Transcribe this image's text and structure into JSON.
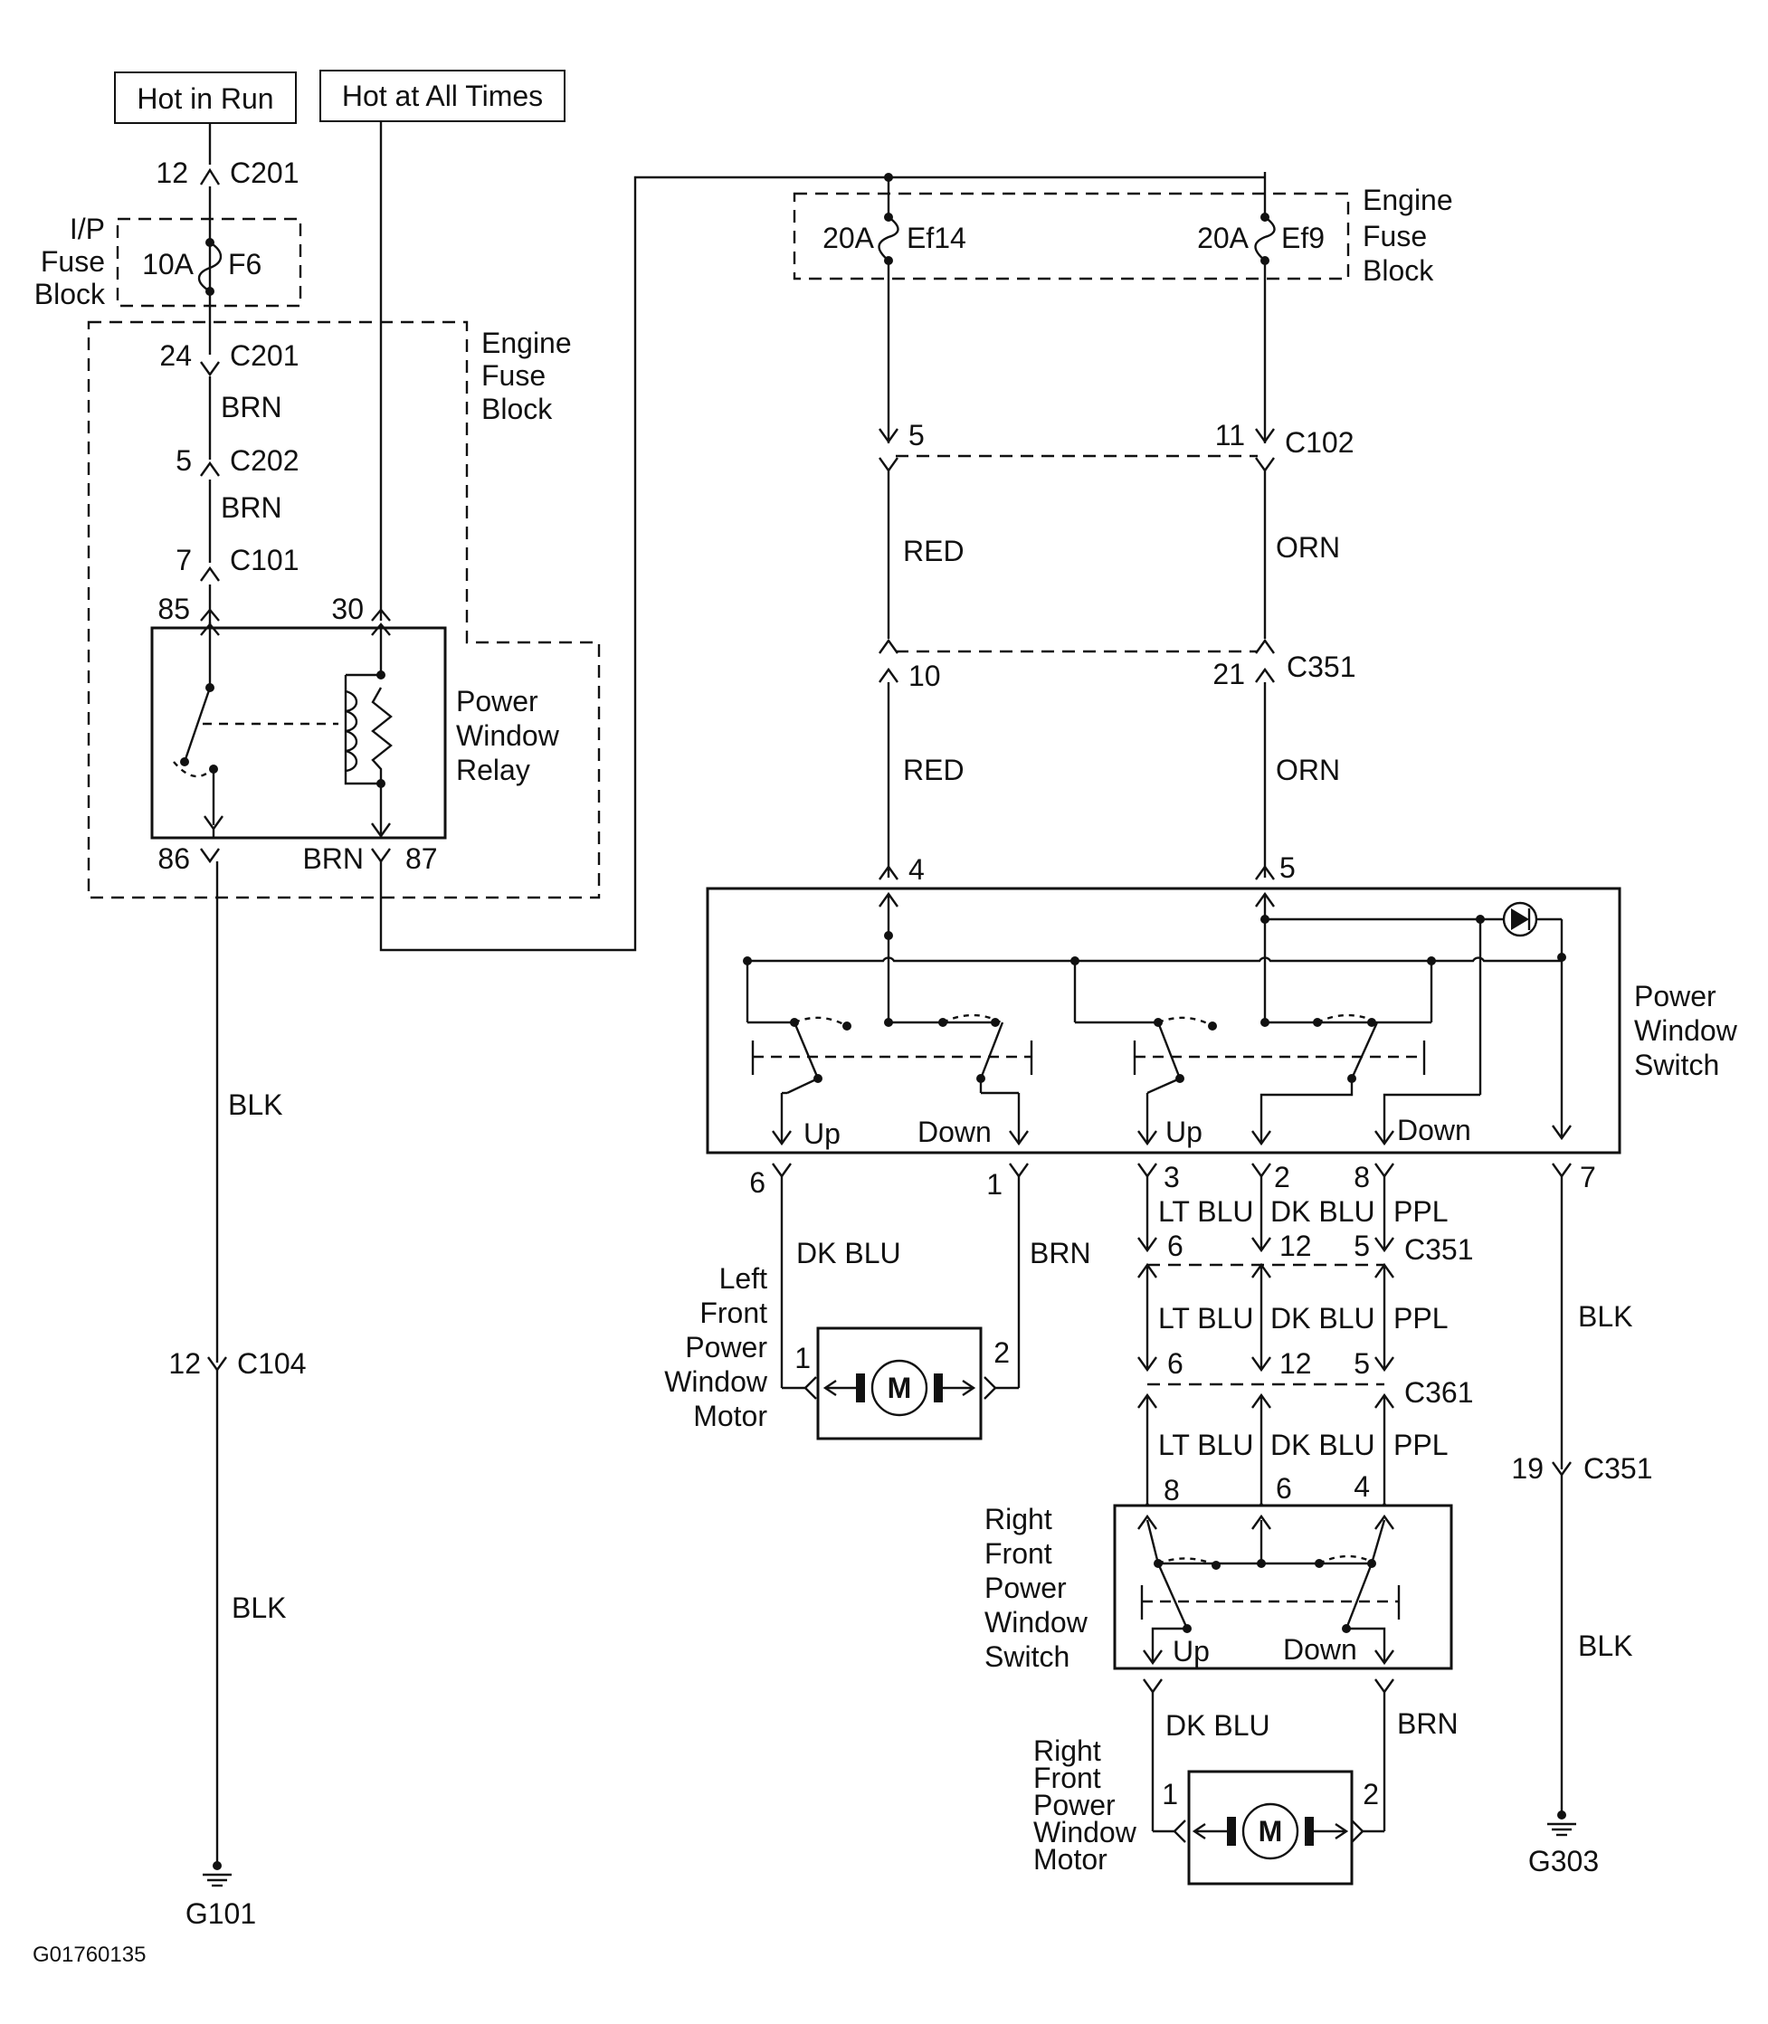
{
  "sources": {
    "hot_in_run": "Hot in Run",
    "hot_at_all_times": "Hot at All Times"
  },
  "ip_fuse_block": {
    "label_line1": "I/P",
    "label_line2": "Fuse",
    "label_line3": "Block",
    "fuse_rating": "10A",
    "fuse_name": "F6"
  },
  "engine_fuse_block": {
    "line1": "Engine",
    "line2": "Fuse",
    "line3": "Block"
  },
  "engine_fuses": [
    {
      "rating": "20A",
      "name": "Ef14"
    },
    {
      "rating": "20A",
      "name": "Ef9"
    }
  ],
  "power_window_relay": {
    "line1": "Power",
    "line2": "Window",
    "line3": "Relay"
  },
  "power_window_switch": {
    "line1": "Power",
    "line2": "Window",
    "line3": "Switch"
  },
  "right_front_switch": {
    "line1": "Right",
    "line2": "Front",
    "line3": "Power",
    "line4": "Window",
    "line5": "Switch"
  },
  "left_front_motor": {
    "line1": "Left",
    "line2": "Front",
    "line3": "Power",
    "line4": "Window",
    "line5": "Motor",
    "symbol": "M"
  },
  "right_front_motor": {
    "line1": "Right",
    "line2": "Front",
    "line3": "Power",
    "line4": "Window",
    "line5": "Motor",
    "symbol": "M"
  },
  "switch_labels": {
    "up": "Up",
    "down": "Down"
  },
  "connectors": {
    "c201": "C201",
    "c202": "C202",
    "c101": "C101",
    "c104": "C104",
    "c102": "C102",
    "c351": "C351",
    "c361": "C361"
  },
  "pins": {
    "p12": "12",
    "p24": "24",
    "p5": "5",
    "p7": "7",
    "p85": "85",
    "p30": "30",
    "p86": "86",
    "p87": "87",
    "p11": "11",
    "p10": "10",
    "p21": "21",
    "p4": "4",
    "p6": "6",
    "p1": "1",
    "p3": "3",
    "p2": "2",
    "p8": "8",
    "p19": "19"
  },
  "wires": {
    "brn": "BRN",
    "blk": "BLK",
    "red": "RED",
    "orn": "ORN",
    "dk_blu": "DK BLU",
    "lt_blu": "LT BLU",
    "ppl": "PPL"
  },
  "grounds": {
    "g101": "G101",
    "g303": "G303"
  },
  "figure_id": "G01760135"
}
